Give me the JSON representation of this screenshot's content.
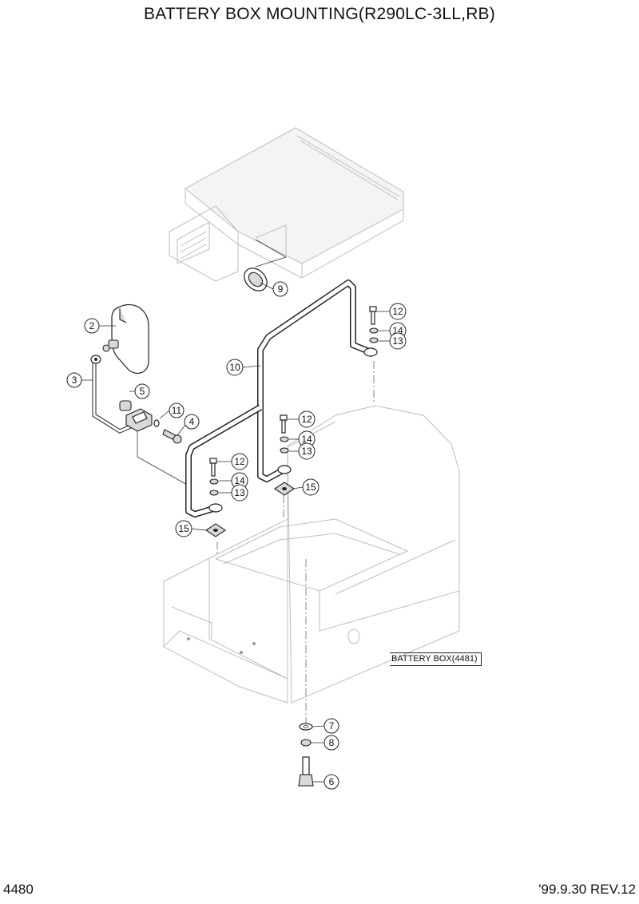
{
  "title": "BATTERY BOX MOUNTING(R290LC-3LL,RB)",
  "reference_label": "BATTERY BOX(4481)",
  "footer": {
    "page_number": "4480",
    "revision": "'99.9.30 REV.12"
  },
  "callouts": [
    "2",
    "3",
    "5",
    "11",
    "4",
    "10",
    "9",
    "12",
    "14",
    "13",
    "12",
    "14",
    "13",
    "15",
    "12",
    "14",
    "13",
    "15",
    "7",
    "8",
    "6"
  ]
}
